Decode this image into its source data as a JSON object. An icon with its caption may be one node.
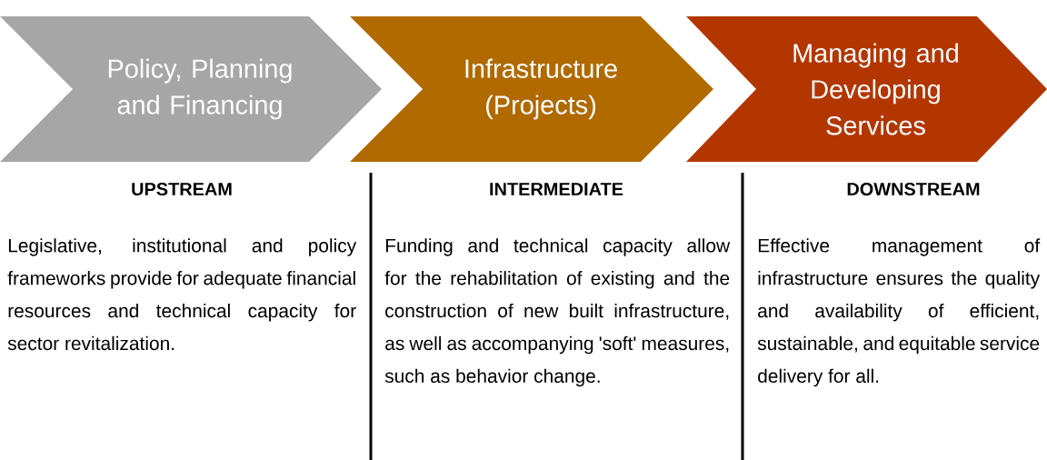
{
  "diagram": {
    "nodes": [
      {
        "text": [
          "Policy, Planning and Financing"
        ]
      },
      {
        "text": [
          "Infrastructure (Projects)"
        ]
      },
      {
        "text": [
          "Managing and Developing Services"
        ]
      }
    ],
    "labels": [
      "UPSTREAM",
      "INTERMEDIATE",
      "DOWNSTREAM",
      "Legislative, institutional and policy frameworks provide for adequate financial resources and technical capacity for sector revitalization.",
      "Funding and technical capacity allow for the rehabilitation of existing and the construction of new built infrastructure, as well as accompanying 'soft' measures, such as behavior change.",
      "Effective management of infrastructure ensures the quality and availability of efficient, sustainable, and equitable service delivery for all."
    ]
  }
}
